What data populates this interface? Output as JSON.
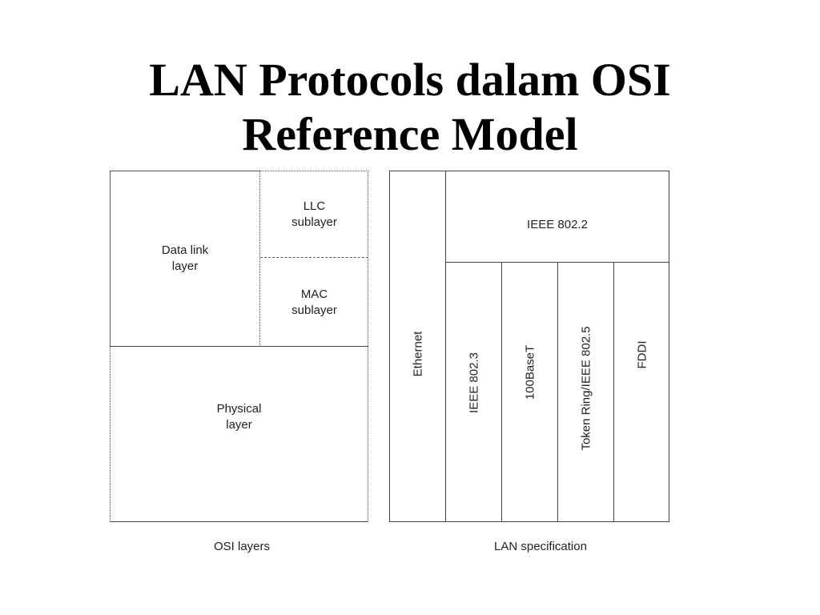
{
  "slide": {
    "title_line1": "LAN Protocols dalam OSI",
    "title_line2": "Reference Model"
  },
  "osi": {
    "data_link_line1": "Data link",
    "data_link_line2": "layer",
    "llc_line1": "LLC",
    "llc_line2": "sublayer",
    "mac_line1": "MAC",
    "mac_line2": "sublayer",
    "physical_line1": "Physical",
    "physical_line2": "layer",
    "caption": "OSI layers"
  },
  "lan": {
    "ethernet": "Ethernet",
    "ieee8022": "IEEE 802.2",
    "ieee8023": "IEEE 802.3",
    "base100t": "100BaseT",
    "token_ring": "Token Ring/IEEE 802.5",
    "fddi": "FDDI",
    "caption": "LAN specification"
  }
}
